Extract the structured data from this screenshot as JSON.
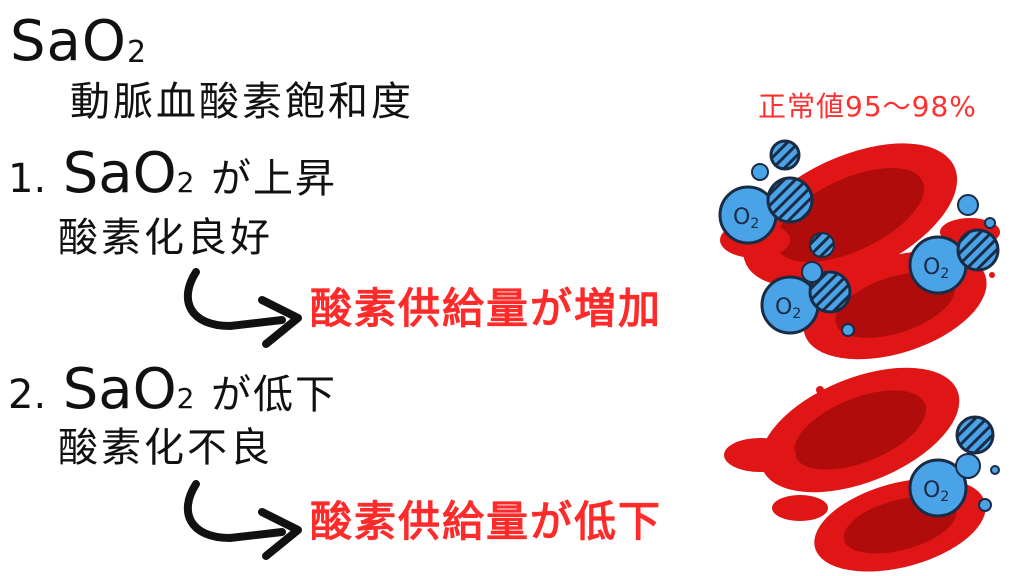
{
  "title": {
    "main": "SaO",
    "sub": "2"
  },
  "subtitle": "動脈血酸素飽和度",
  "normal_value": "正常値95〜98%",
  "items": [
    {
      "number": "1.",
      "head_main": "SaO",
      "head_sub": "2",
      "head_rest": "が上昇",
      "sub": "酸素化良好",
      "result": "酸素供給量が増加"
    },
    {
      "number": "2.",
      "head_main": "SaO",
      "head_sub": "2",
      "head_rest": "が低下",
      "sub": "酸素化不良",
      "result": "酸素供給量が低下"
    }
  ],
  "oxygen_label": "O2",
  "colors": {
    "accent_red": "#ff2a2a",
    "cell_red": "#e01515",
    "cell_dark": "#b00c0c",
    "o2_blue": "#4aa3e6",
    "o2_light": "#8fd0f6",
    "outline": "#1a2b45"
  }
}
